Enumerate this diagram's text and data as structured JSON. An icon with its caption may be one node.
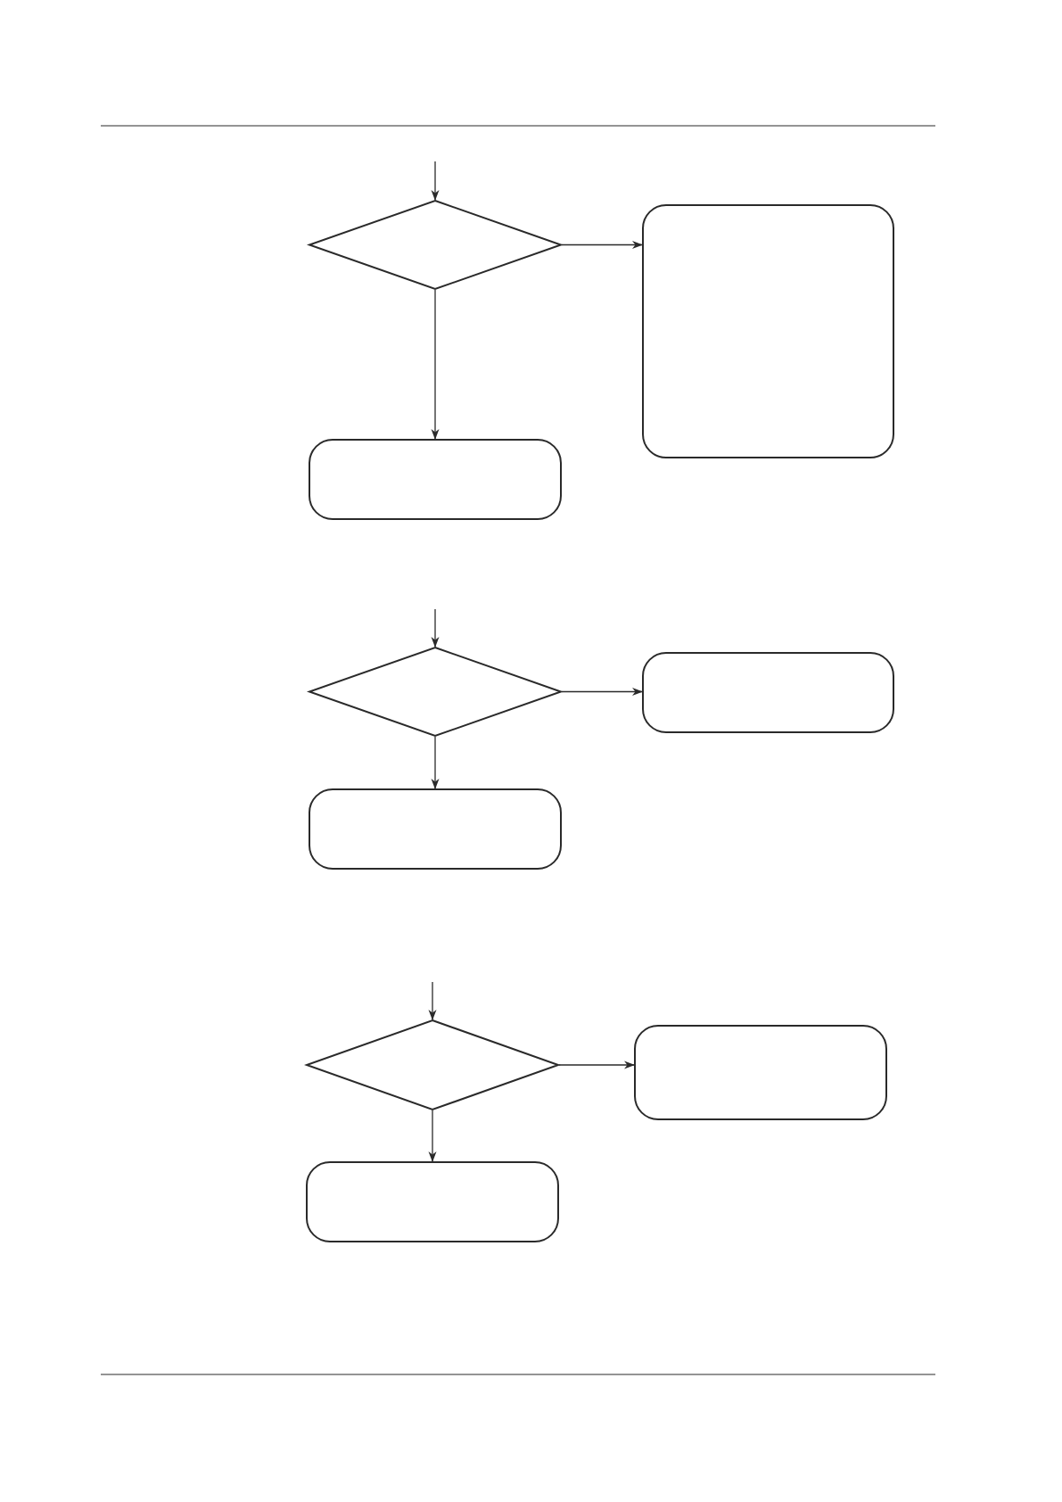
{
  "diagram": {
    "nodes": [
      {
        "text": [],
        "shape": "diamond"
      },
      {
        "text": [],
        "shape": "box"
      },
      {
        "text": [],
        "shape": "box"
      },
      {
        "text": [],
        "shape": "diamond"
      },
      {
        "text": [],
        "shape": "box"
      },
      {
        "text": [],
        "shape": "box"
      },
      {
        "text": [],
        "shape": "diamond"
      },
      {
        "text": [],
        "shape": "box"
      },
      {
        "text": [],
        "shape": "box"
      }
    ],
    "edges": [
      {
        "from": null,
        "to": 0,
        "arrow": "to"
      },
      {
        "from": 0,
        "to": 1,
        "arrow": "to"
      },
      {
        "from": 0,
        "to": 2,
        "arrow": "to"
      },
      {
        "from": null,
        "to": 3,
        "arrow": "to"
      },
      {
        "from": 3,
        "to": 4,
        "arrow": "to"
      },
      {
        "from": 3,
        "to": 5,
        "arrow": "to"
      },
      {
        "from": null,
        "to": 6,
        "arrow": "to"
      },
      {
        "from": 6,
        "to": 7,
        "arrow": "to"
      },
      {
        "from": 6,
        "to": 8,
        "arrow": "to"
      }
    ]
  }
}
